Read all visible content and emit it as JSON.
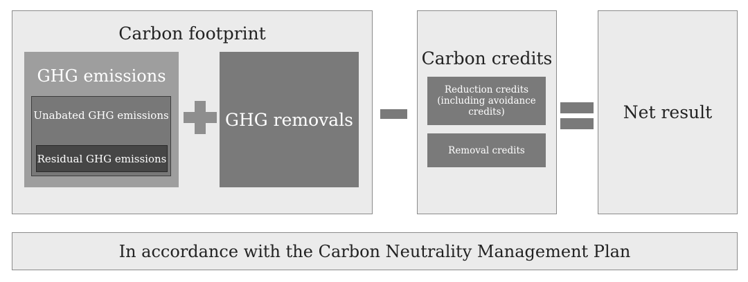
{
  "carbon_footprint": {
    "title": "Carbon footprint",
    "ghg_emissions": {
      "title": "GHG emissions",
      "unabated": "Unabated GHG emissions",
      "residual": "Residual GHG emissions"
    },
    "ghg_removals": "GHG removals"
  },
  "carbon_credits": {
    "title": "Carbon credits",
    "reduction": "Reduction credits (including avoidance credits)",
    "removal": "Removal credits"
  },
  "net_result": "Net result",
  "plan": "In accordance with the Carbon Neutrality Management Plan",
  "operators": {
    "plus": "plus",
    "minus": "minus",
    "equals": "equals"
  },
  "colors": {
    "panel_bg": "#ebebeb",
    "emissions_bg": "#9e9e9e",
    "unabated_bg": "#787878",
    "residual_bg": "#464646",
    "dark_box": "#7a7a7a"
  }
}
